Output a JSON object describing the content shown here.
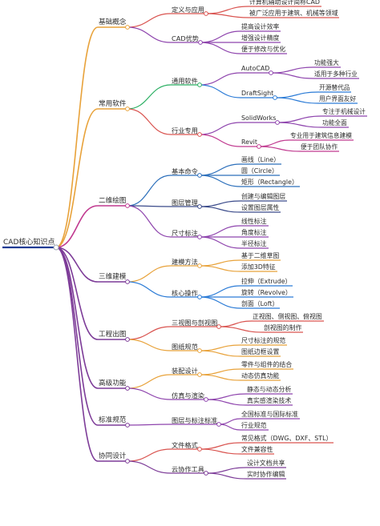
{
  "root": {
    "id": "root",
    "label": "CAD核心知识点",
    "children": [
      {
        "id": "b1",
        "label": "基础概念",
        "color": "#e8a23a",
        "children": [
          {
            "id": "b1a",
            "label": "定义与应用",
            "color": "#d9534f",
            "children": [
              {
                "id": "b1a1",
                "label": "计算机辅助设计简称CAD"
              },
              {
                "id": "b1a2",
                "label": "被广泛应用于建筑、机械等领域"
              }
            ]
          },
          {
            "id": "b1b",
            "label": "CAD优势",
            "color": "#8e44ad",
            "children": [
              {
                "id": "b1b1",
                "label": "提高设计效率"
              },
              {
                "id": "b1b2",
                "label": "增强设计精度"
              },
              {
                "id": "b1b3",
                "label": "便于修改与优化"
              }
            ]
          }
        ]
      },
      {
        "id": "b2",
        "label": "常用软件",
        "color": "#e8a23a",
        "children": [
          {
            "id": "b2a",
            "label": "通用软件",
            "color": "#27ae60",
            "children": [
              {
                "id": "b2a1",
                "label": "AutoCAD",
                "color": "#8e44ad",
                "children": [
                  {
                    "id": "b2a1a",
                    "label": "功能强大"
                  },
                  {
                    "id": "b2a1b",
                    "label": "适用于多种行业"
                  }
                ]
              },
              {
                "id": "b2a2",
                "label": "DraftSight",
                "color": "#2b7bd6",
                "children": [
                  {
                    "id": "b2a2a",
                    "label": "开源替代品"
                  },
                  {
                    "id": "b2a2b",
                    "label": "用户界面友好"
                  }
                ]
              }
            ]
          },
          {
            "id": "b2b",
            "label": "行业专用",
            "color": "#d9534f",
            "children": [
              {
                "id": "b2b1",
                "label": "SolidWorks",
                "color": "#8e44ad",
                "children": [
                  {
                    "id": "b2b1a",
                    "label": "专注于机械设计"
                  },
                  {
                    "id": "b2b1b",
                    "label": "功能全面"
                  }
                ]
              },
              {
                "id": "b2b2",
                "label": "Revit",
                "color": "#c0398f",
                "children": [
                  {
                    "id": "b2b2a",
                    "label": "专业用于建筑信息建模"
                  },
                  {
                    "id": "b2b2b",
                    "label": "便于团队协作"
                  }
                ]
              }
            ]
          }
        ]
      },
      {
        "id": "b3",
        "label": "二维绘图",
        "color": "#c0398f",
        "children": [
          {
            "id": "b3a",
            "label": "基本命令",
            "color": "#2c6fbb",
            "children": [
              {
                "id": "b3a1",
                "label": "画线（Line）"
              },
              {
                "id": "b3a2",
                "label": "圆（Circle）"
              },
              {
                "id": "b3a3",
                "label": "矩形（Rectangle）"
              }
            ]
          },
          {
            "id": "b3b",
            "label": "图层管理",
            "color": "#3a4a8a",
            "children": [
              {
                "id": "b3b1",
                "label": "创建与编辑图层"
              },
              {
                "id": "b3b2",
                "label": "设置图层属性"
              }
            ]
          },
          {
            "id": "b3c",
            "label": "尺寸标注",
            "color": "#8e44ad",
            "children": [
              {
                "id": "b3c1",
                "label": "线性标注"
              },
              {
                "id": "b3c2",
                "label": "角度标注"
              },
              {
                "id": "b3c3",
                "label": "半径标注"
              }
            ]
          }
        ]
      },
      {
        "id": "b4",
        "label": "三维建模",
        "color": "#7d3c98",
        "children": [
          {
            "id": "b4a",
            "label": "建模方法",
            "color": "#e8a23a",
            "children": [
              {
                "id": "b4a1",
                "label": "基于二维草图"
              },
              {
                "id": "b4a2",
                "label": "添加3D特征"
              }
            ]
          },
          {
            "id": "b4b",
            "label": "核心操作",
            "color": "#2b7bd6",
            "children": [
              {
                "id": "b4b1",
                "label": "拉伸（Extrude）"
              },
              {
                "id": "b4b2",
                "label": "旋转（Revolve）"
              },
              {
                "id": "b4b3",
                "label": "剖面（Loft）"
              }
            ]
          }
        ]
      },
      {
        "id": "b5",
        "label": "工程出图",
        "color": "#7d3c98",
        "children": [
          {
            "id": "b5a",
            "label": "三视图与剖视图",
            "color": "#d9534f",
            "children": [
              {
                "id": "b5a1",
                "label": "正视图、侧视图、俯视图"
              },
              {
                "id": "b5a2",
                "label": "剖视图的制作"
              }
            ]
          },
          {
            "id": "b5b",
            "label": "图纸规范",
            "color": "#e8a23a",
            "children": [
              {
                "id": "b5b1",
                "label": "尺寸标注的规范"
              },
              {
                "id": "b5b2",
                "label": "图纸边框设置"
              }
            ]
          }
        ]
      },
      {
        "id": "b6",
        "label": "高级功能",
        "color": "#7d3c98",
        "children": [
          {
            "id": "b6a",
            "label": "装配设计",
            "color": "#e8a23a",
            "children": [
              {
                "id": "b6a1",
                "label": "零件与组件的结合"
              },
              {
                "id": "b6a2",
                "label": "动态仿真功能"
              }
            ]
          },
          {
            "id": "b6b",
            "label": "仿真与渲染",
            "color": "#8e44ad",
            "children": [
              {
                "id": "b6b1",
                "label": "静态与动态分析"
              },
              {
                "id": "b6b2",
                "label": "真实感渲染技术"
              }
            ]
          }
        ]
      },
      {
        "id": "b7",
        "label": "标准规范",
        "color": "#7d3c98",
        "children": [
          {
            "id": "b7a",
            "label": "图层与标注标准",
            "color": "#8e44ad",
            "children": [
              {
                "id": "b7a1",
                "label": "全国标准与国际标准"
              },
              {
                "id": "b7a2",
                "label": "行业规范"
              }
            ]
          }
        ]
      },
      {
        "id": "b8",
        "label": "协同设计",
        "color": "#7d3c98",
        "children": [
          {
            "id": "b8a",
            "label": "文件格式",
            "color": "#d9534f",
            "children": [
              {
                "id": "b8a1",
                "label": "常见格式（DWG、DXF、STL）"
              },
              {
                "id": "b8a2",
                "label": "文件兼容性"
              }
            ]
          },
          {
            "id": "b8b",
            "label": "云协作工具",
            "color": "#7d3c98",
            "children": [
              {
                "id": "b8b1",
                "label": "设计文档共享"
              },
              {
                "id": "b8b2",
                "label": "实时协作编辑"
              }
            ]
          }
        ]
      }
    ]
  }
}
